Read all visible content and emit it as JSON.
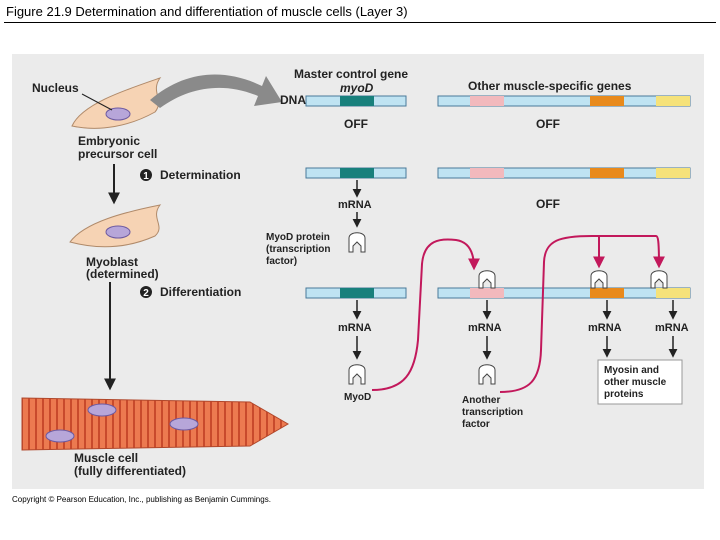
{
  "title": "Figure 21.9 Determination and differentiation of muscle cells (Layer 3)",
  "copyright": "Copyright © Pearson Education, Inc., publishing as Benjamin Cummings.",
  "labels": {
    "nucleus": "Nucleus",
    "master_gene_line1": "Master control gene",
    "master_gene_line2": "myoD",
    "other_genes": "Other muscle-specific genes",
    "dna": "DNA",
    "off": "OFF",
    "embryonic_line1": "Embryonic",
    "embryonic_line2": "precursor cell",
    "step1_number": "1",
    "determination": "Determination",
    "mrna": "mRNA",
    "myod_protein_line1": "MyoD protein",
    "myod_protein_line2": "(transcription",
    "myod_protein_line3": "factor)",
    "myoblast_line1": "Myoblast",
    "myoblast_line2": "(determined)",
    "step2_number": "2",
    "differentiation": "Differentiation",
    "myod": "MyoD",
    "another_tf_line1": "Another",
    "another_tf_line2": "transcription",
    "another_tf_line3": "factor",
    "myosin_line1": "Myosin and",
    "myosin_line2": "other muscle",
    "myosin_line3": "proteins",
    "muscle_line1": "Muscle cell",
    "muscle_line2": "(fully differentiated)"
  },
  "colors": {
    "panel": "#ebebeb",
    "dna_strand": "#bfe3f2",
    "myod_gene": "#18807c",
    "gene_pink": "#f2b9bd",
    "gene_orange": "#e88a1c",
    "gene_yellow": "#f5e27a",
    "arrow_magenta": "#c2185b",
    "cell_fill": "#f6d3b4",
    "nucleus_fill": "#b7a6d9",
    "muscle_fill": "#ec7a50"
  }
}
